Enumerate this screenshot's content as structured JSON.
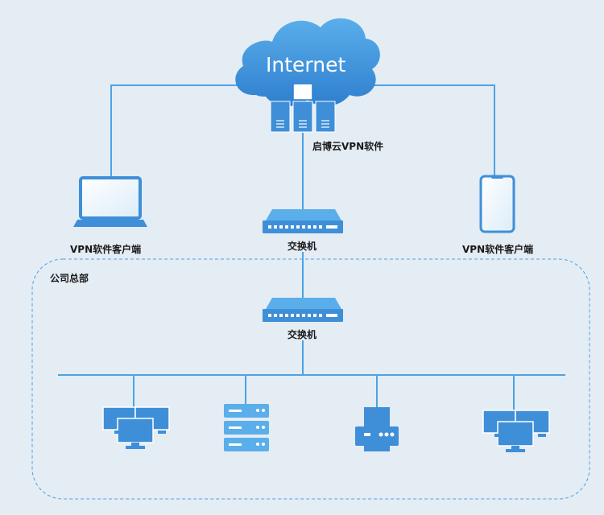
{
  "cloud": {
    "label": "Internet"
  },
  "vpn_server": {
    "label": "启博云VPN软件"
  },
  "laptop": {
    "label": "VPN软件客户端"
  },
  "phone": {
    "label": "VPN软件客户端"
  },
  "switch_top": {
    "label": "交换机"
  },
  "headquarters": {
    "label": "公司总部"
  },
  "switch_bottom": {
    "label": "交换机"
  },
  "colors": {
    "line": "#4ba3e6",
    "device": "#3f8fd8",
    "background": "#e4ecf4",
    "dashed_border": "#4ba3e6"
  }
}
